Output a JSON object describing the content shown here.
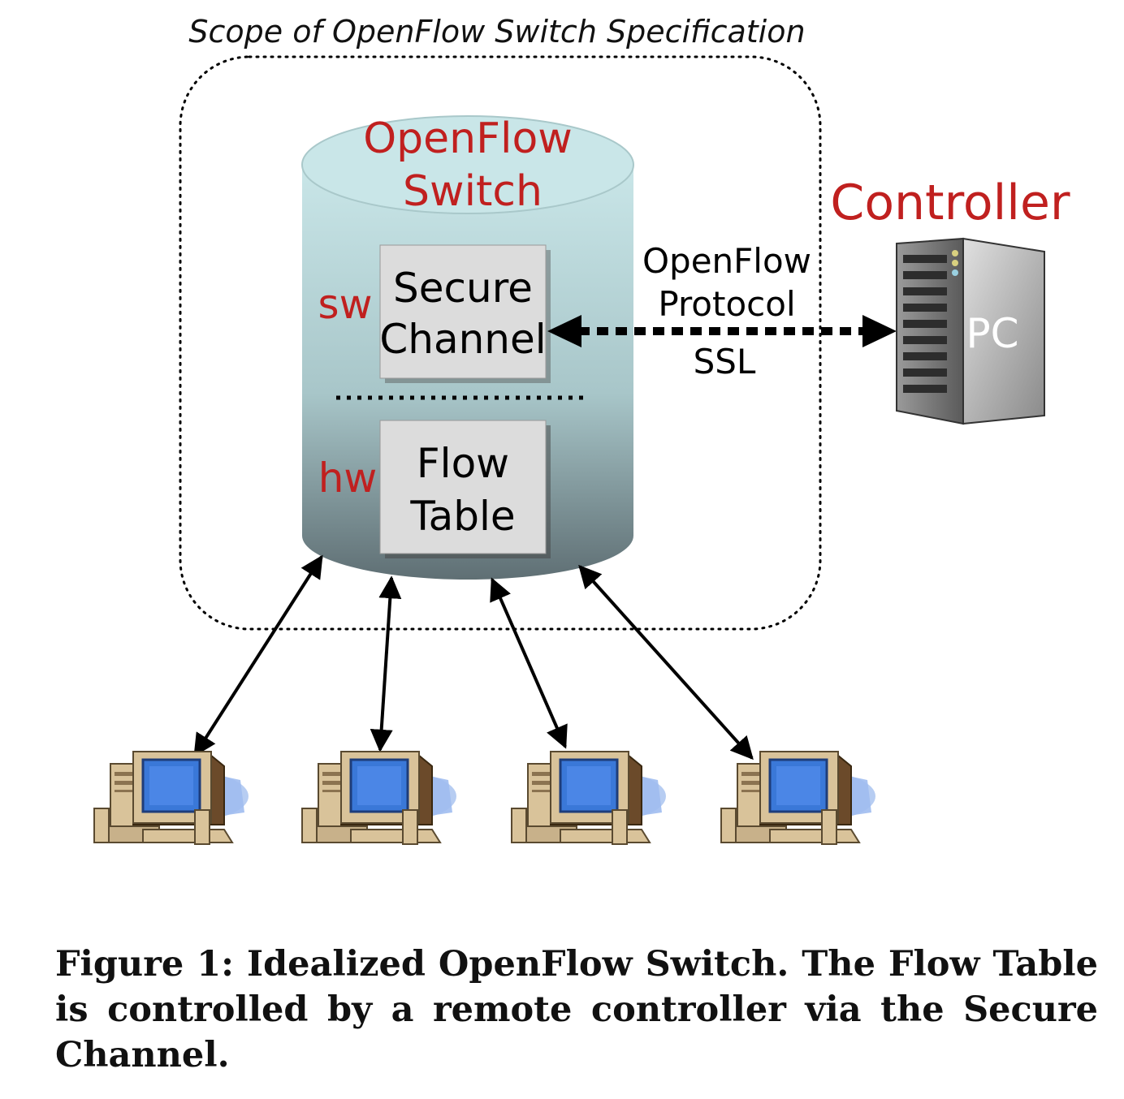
{
  "scope_label": "Scope of OpenFlow Switch Specification",
  "switch": {
    "title_line1": "OpenFlow",
    "title_line2": "Switch"
  },
  "secure_channel": {
    "line1": "Secure",
    "line2": "Channel",
    "layer": "sw"
  },
  "flow_table": {
    "line1": "Flow",
    "line2": "Table",
    "layer": "hw"
  },
  "controller": {
    "title": "Controller",
    "pc_label": "PC"
  },
  "link": {
    "line1": "OpenFlow",
    "line2": "Protocol",
    "line3": "SSL"
  },
  "caption": "Figure 1: Idealized OpenFlow Switch. The Flow Table is controlled by a remote controller via the Secure Channel.",
  "colors": {
    "title_red": "#c0201f",
    "cylinder_top": "#c9e6e8",
    "cylinder_bottom": "#5f6f74",
    "box_fill": "#dcdcdc",
    "monitor_blue": "#3a78d8"
  },
  "hosts": [
    {
      "icon": "desktop-computer-icon"
    },
    {
      "icon": "desktop-computer-icon"
    },
    {
      "icon": "desktop-computer-icon"
    },
    {
      "icon": "desktop-computer-icon"
    }
  ]
}
